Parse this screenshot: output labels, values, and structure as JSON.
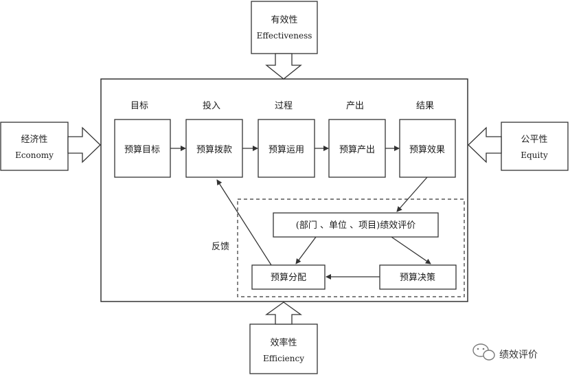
{
  "stages": [
    "目标",
    "投入",
    "过程",
    "产出",
    "结果"
  ],
  "process_boxes": [
    "预算目标",
    "预算拨款",
    "预算运用",
    "预算产出",
    "预算效果"
  ],
  "evaluation": {
    "label": "(部门 、单位 、项目)绩效评价",
    "allocation": "预算分配",
    "decision": "预算决策",
    "feedback_label": "反馈"
  },
  "dimensions": {
    "top": {
      "cn": "有效性",
      "en": "Effectiveness"
    },
    "left": {
      "cn": "经济性",
      "en": "Economy"
    },
    "right": {
      "cn": "公平性",
      "en": "Equity"
    },
    "bottom": {
      "cn": "效率性",
      "en": "Efficiency"
    }
  },
  "watermark": "绩效评价",
  "colors": {
    "line": "#333333",
    "background": "#ffffff",
    "watermark_icon": "#7a7a7a"
  },
  "icons": {
    "watermark_icon": "wechat-icon"
  }
}
